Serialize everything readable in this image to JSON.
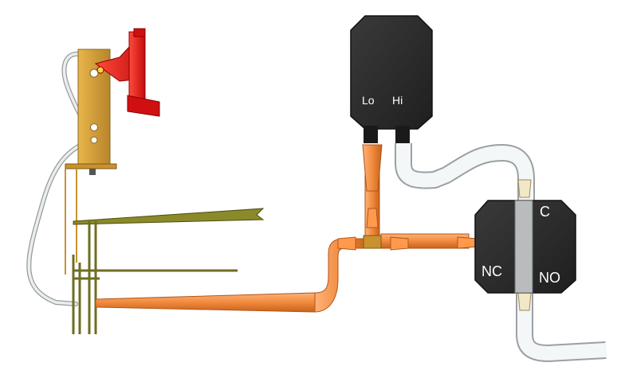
{
  "sensor": {
    "lo_label": "Lo",
    "hi_label": "Hi"
  },
  "valve": {
    "c_label": "C",
    "nc_label": "NC",
    "no_label": "NO"
  },
  "colors": {
    "device_body": "#2b2b2b",
    "orange_tube": "#f08a3c",
    "clear_tube": "#e9eef0",
    "red_part": "#e01818",
    "bracket": "#d9a23a",
    "olive_rod": "#7a7a2a"
  }
}
